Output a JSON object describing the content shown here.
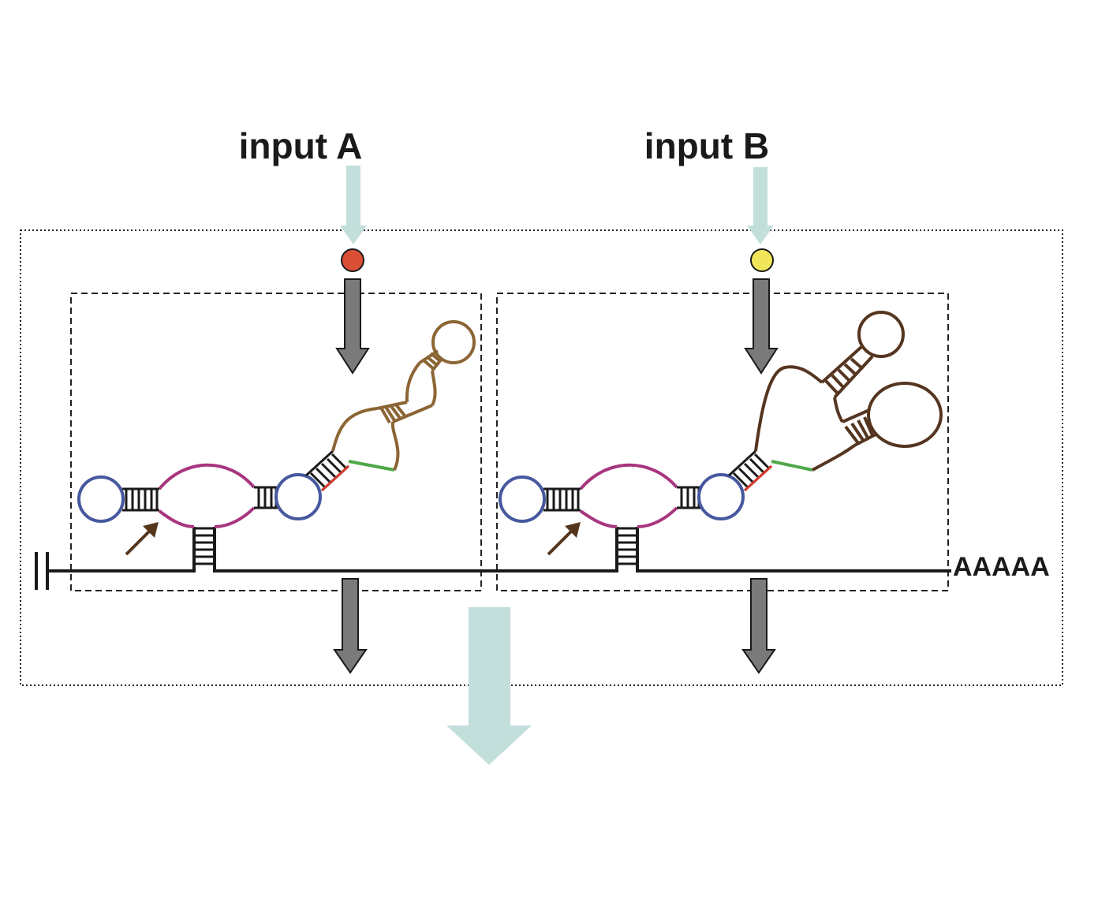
{
  "labels": {
    "input_a": "input A",
    "input_b": "input B",
    "poly_a": "AAAAA"
  },
  "colors": {
    "ligand_a": "#d94f35",
    "ligand_b": "#f1e65a",
    "input_arrow": "#c3dfdb",
    "output_arrow": "#c3dfdb",
    "block_arrow": "#7a7a7a",
    "mrna_line": "#1a1a1a",
    "ribozyme_loop": "#46589e",
    "ribozyme_bulge": "#a8357f",
    "aptamer_a": "#8b6534",
    "aptamer_b": "#553520",
    "linker": "#4fa84a",
    "strand_end": "#d63a2f",
    "cleavage_arrow": "#55361c"
  },
  "icons": {
    "cap": "5-prime-cap-icon",
    "ligand_a": "ligand-a-circle-icon",
    "ligand_b": "ligand-b-circle-icon",
    "cleavage": "cleavage-site-arrow-icon"
  }
}
